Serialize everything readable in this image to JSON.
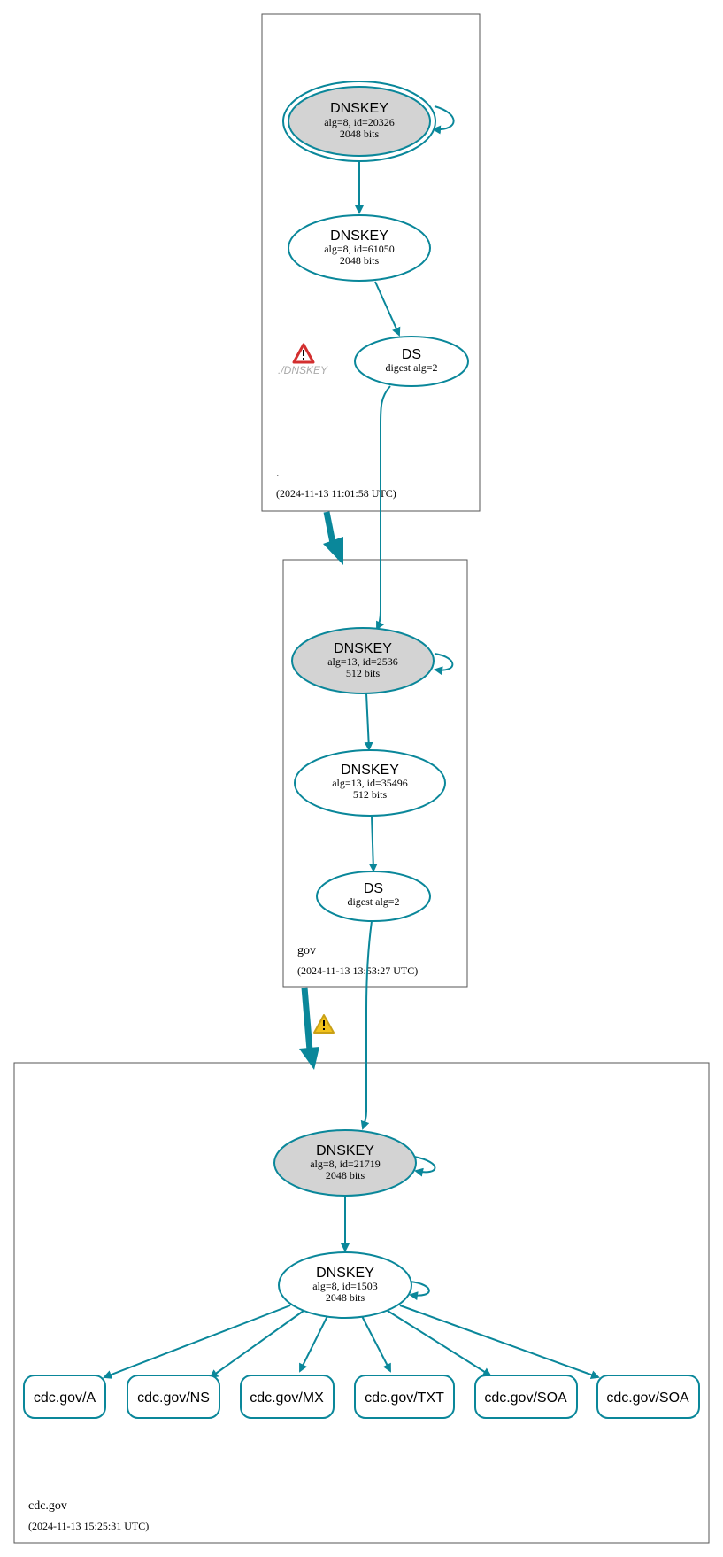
{
  "colors": {
    "teal": "#0a879a",
    "gray_fill": "#d3d3d3",
    "box": "#555555",
    "error_red": "#d32f2f",
    "warn_yellow": "#f2c21b"
  },
  "zones": {
    "root": {
      "label": ".",
      "timestamp": "(2024-11-13 11:01:58 UTC)"
    },
    "gov": {
      "label": "gov",
      "timestamp": "(2024-11-13 13:53:27 UTC)"
    },
    "cdc": {
      "label": "cdc.gov",
      "timestamp": "(2024-11-13 15:25:31 UTC)"
    }
  },
  "nodes": {
    "root_ksk": {
      "title": "DNSKEY",
      "detail": "alg=8, id=20326",
      "bits": "2048 bits"
    },
    "root_zsk": {
      "title": "DNSKEY",
      "detail": "alg=8, id=61050",
      "bits": "2048 bits"
    },
    "root_ds": {
      "title": "DS",
      "detail": "digest alg=2"
    },
    "gov_ksk": {
      "title": "DNSKEY",
      "detail": "alg=13, id=2536",
      "bits": "512 bits"
    },
    "gov_zsk": {
      "title": "DNSKEY",
      "detail": "alg=13, id=35496",
      "bits": "512 bits"
    },
    "gov_ds": {
      "title": "DS",
      "detail": "digest alg=2"
    },
    "cdc_ksk": {
      "title": "DNSKEY",
      "detail": "alg=8, id=21719",
      "bits": "2048 bits"
    },
    "cdc_zsk": {
      "title": "DNSKEY",
      "detail": "alg=8, id=1503",
      "bits": "2048 bits"
    }
  },
  "warnings": {
    "root_dnskey_label": "./DNSKEY"
  },
  "records": [
    "cdc.gov/A",
    "cdc.gov/NS",
    "cdc.gov/MX",
    "cdc.gov/TXT",
    "cdc.gov/SOA",
    "cdc.gov/SOA"
  ]
}
